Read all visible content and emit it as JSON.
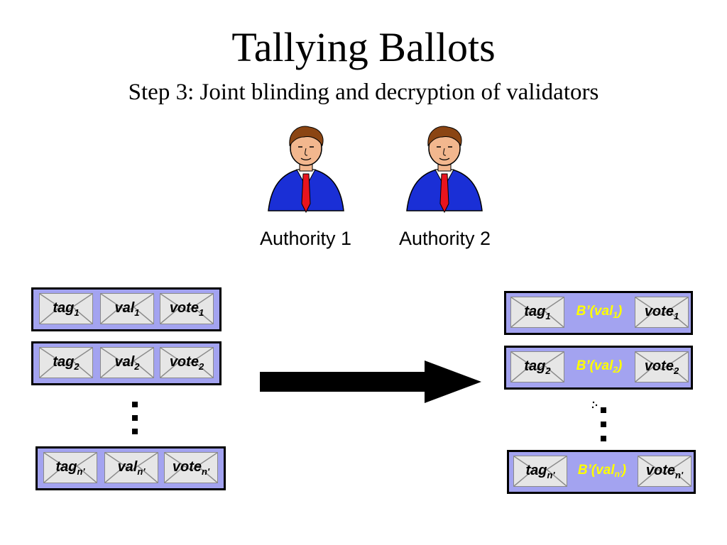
{
  "title": "Tallying Ballots",
  "subtitle": "Step 3: Joint blinding and decryption of validators",
  "authorities": [
    {
      "label": "Authority 1"
    },
    {
      "label": "Authority 2"
    }
  ],
  "left_rows": [
    {
      "tag": "tag",
      "tag_sub": "1",
      "val": "val",
      "val_sub": "1",
      "vote": "vote",
      "vote_sub": "1"
    },
    {
      "tag": "tag",
      "tag_sub": "2",
      "val": "val",
      "val_sub": "2",
      "vote": "vote",
      "vote_sub": "2"
    },
    {
      "tag": "tag",
      "tag_sub": "n'",
      "val": "val",
      "val_sub": "n'",
      "vote": "vote",
      "vote_sub": "n'"
    }
  ],
  "right_rows": [
    {
      "tag": "tag",
      "tag_sub": "1",
      "blind_prefix": "B’(val",
      "blind_sub": "1",
      "blind_suffix": ")",
      "vote": "vote",
      "vote_sub": "1"
    },
    {
      "tag": "tag",
      "tag_sub": "2",
      "blind_prefix": "B’(val",
      "blind_sub": "2",
      "blind_suffix": ")",
      "vote": "vote",
      "vote_sub": "2"
    },
    {
      "tag": "tag",
      "tag_sub": "n'",
      "blind_prefix": "B’(val",
      "blind_sub": "n'",
      "blind_suffix": ")",
      "vote": "vote",
      "vote_sub": "n'"
    }
  ],
  "colors": {
    "row_fill": "#a3a3f0",
    "blind_text": "#ffff00",
    "suit": "#1a2fd6",
    "tie": "#e8141e"
  }
}
